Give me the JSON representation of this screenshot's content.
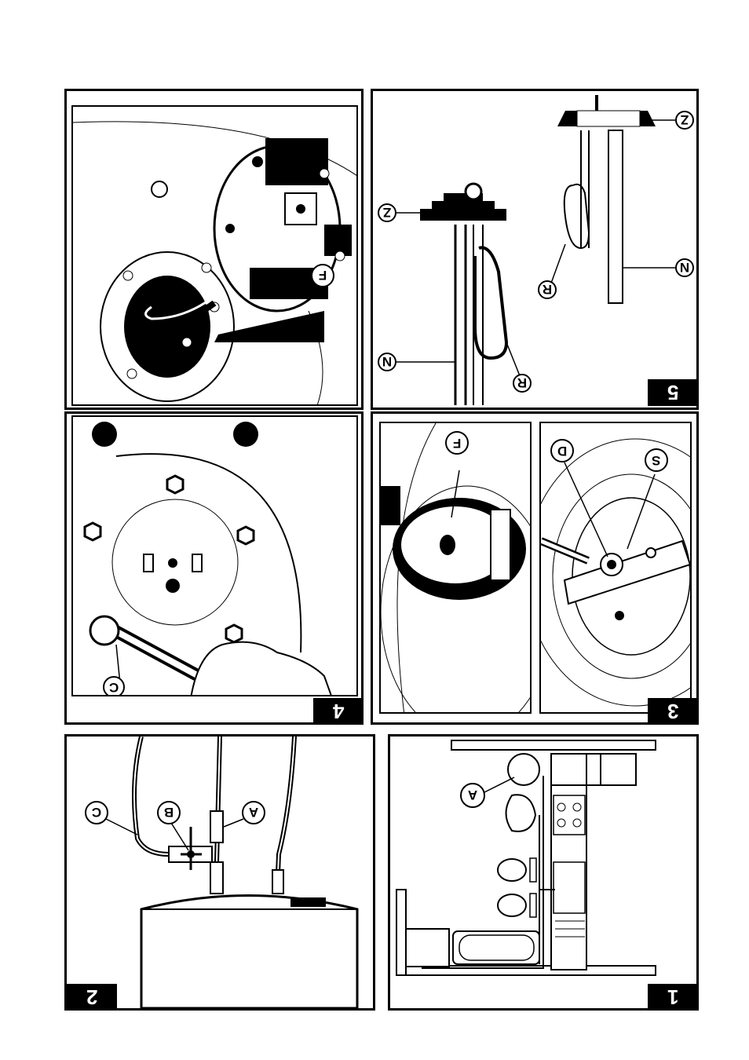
{
  "panels": {
    "p1": {
      "number": "1",
      "labels": {
        "a": "A"
      }
    },
    "p2": {
      "number": "2",
      "labels": {
        "a": "A",
        "b": "B",
        "c": "C"
      }
    },
    "p3": {
      "number": "3",
      "labels": {
        "f": "F",
        "d": "D",
        "s": "S"
      }
    },
    "p4": {
      "number": "4",
      "labels": {
        "c": "C"
      }
    },
    "p5": {
      "number": "5",
      "labels": {
        "z1": "Z",
        "z2": "Z",
        "n1": "N",
        "n2": "N",
        "r1": "R",
        "r2": "R"
      }
    },
    "p6": {
      "labels": {
        "f": "F"
      }
    }
  }
}
